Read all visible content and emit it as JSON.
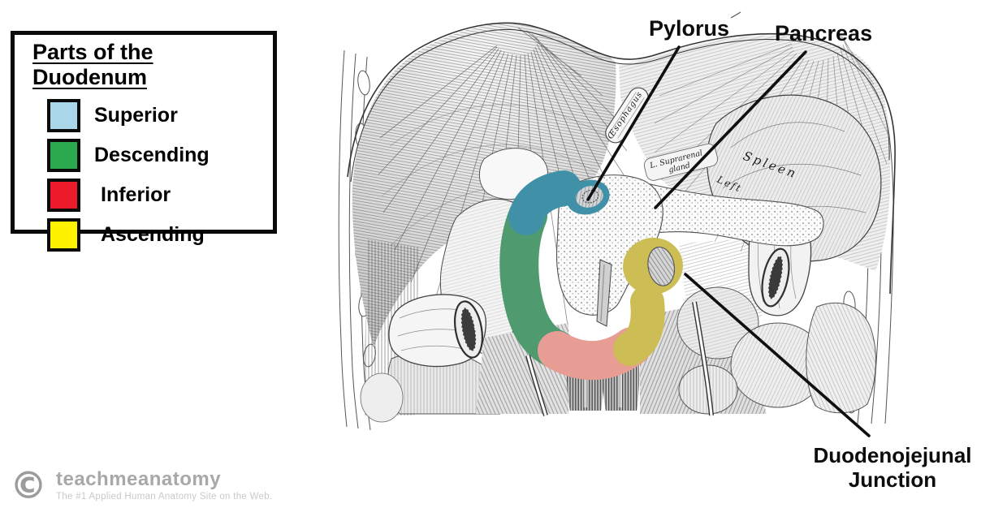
{
  "legend": {
    "title": "Parts of the Duodenum",
    "items": [
      {
        "label": "Superior",
        "color": "#A9D6E9"
      },
      {
        "label": "Descending",
        "color": "#2BA94F"
      },
      {
        "label": "Inferior",
        "color": "#EB1B2B"
      },
      {
        "label": "Ascending",
        "color": "#FEF200"
      }
    ]
  },
  "annotations": {
    "pylorus": "Pylorus",
    "pancreas": "Pancreas",
    "dj_line1": "Duodenojejunal",
    "dj_line2": "Junction"
  },
  "engraving_labels": {
    "oesophagus": "Œsophagus",
    "suprarenal_line1": "L. Suprarenal",
    "suprarenal_line2": "gland",
    "spleen": "Spleen",
    "left_kidney": "Left"
  },
  "colors": {
    "superior_overlay": "#4090A8",
    "descending_overlay": "#4F9A6F",
    "inferior_overlay": "#E79D94",
    "ascending_overlay": "#CCBD55"
  },
  "footer": {
    "copyright_symbol": "©",
    "brand": "teachmeanatomy",
    "tagline": "The #1 Applied Human Anatomy Site on the Web."
  }
}
